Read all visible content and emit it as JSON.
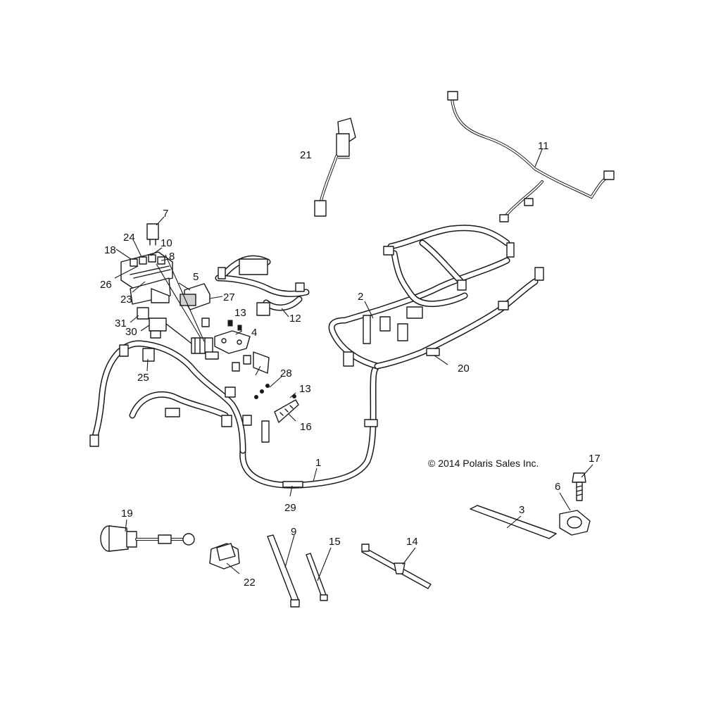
{
  "copyright": "© 2014 Polaris Sales Inc.",
  "callouts": {
    "c1": "1",
    "c2": "2",
    "c3": "3",
    "c4": "4",
    "c5": "5",
    "c6": "6",
    "c7": "7",
    "c8": "8",
    "c9": "9",
    "c10": "10",
    "c11": "11",
    "c12": "12",
    "c13a": "13",
    "c13b": "13",
    "c14": "14",
    "c15": "15",
    "c16": "16",
    "c17": "17",
    "c18": "18",
    "c19": "19",
    "c20": "20",
    "c21": "21",
    "c22": "22",
    "c23": "23",
    "c24": "24",
    "c25": "25",
    "c26": "26",
    "c27": "27",
    "c28": "28",
    "c29": "29",
    "c30": "30",
    "c31": "31"
  }
}
